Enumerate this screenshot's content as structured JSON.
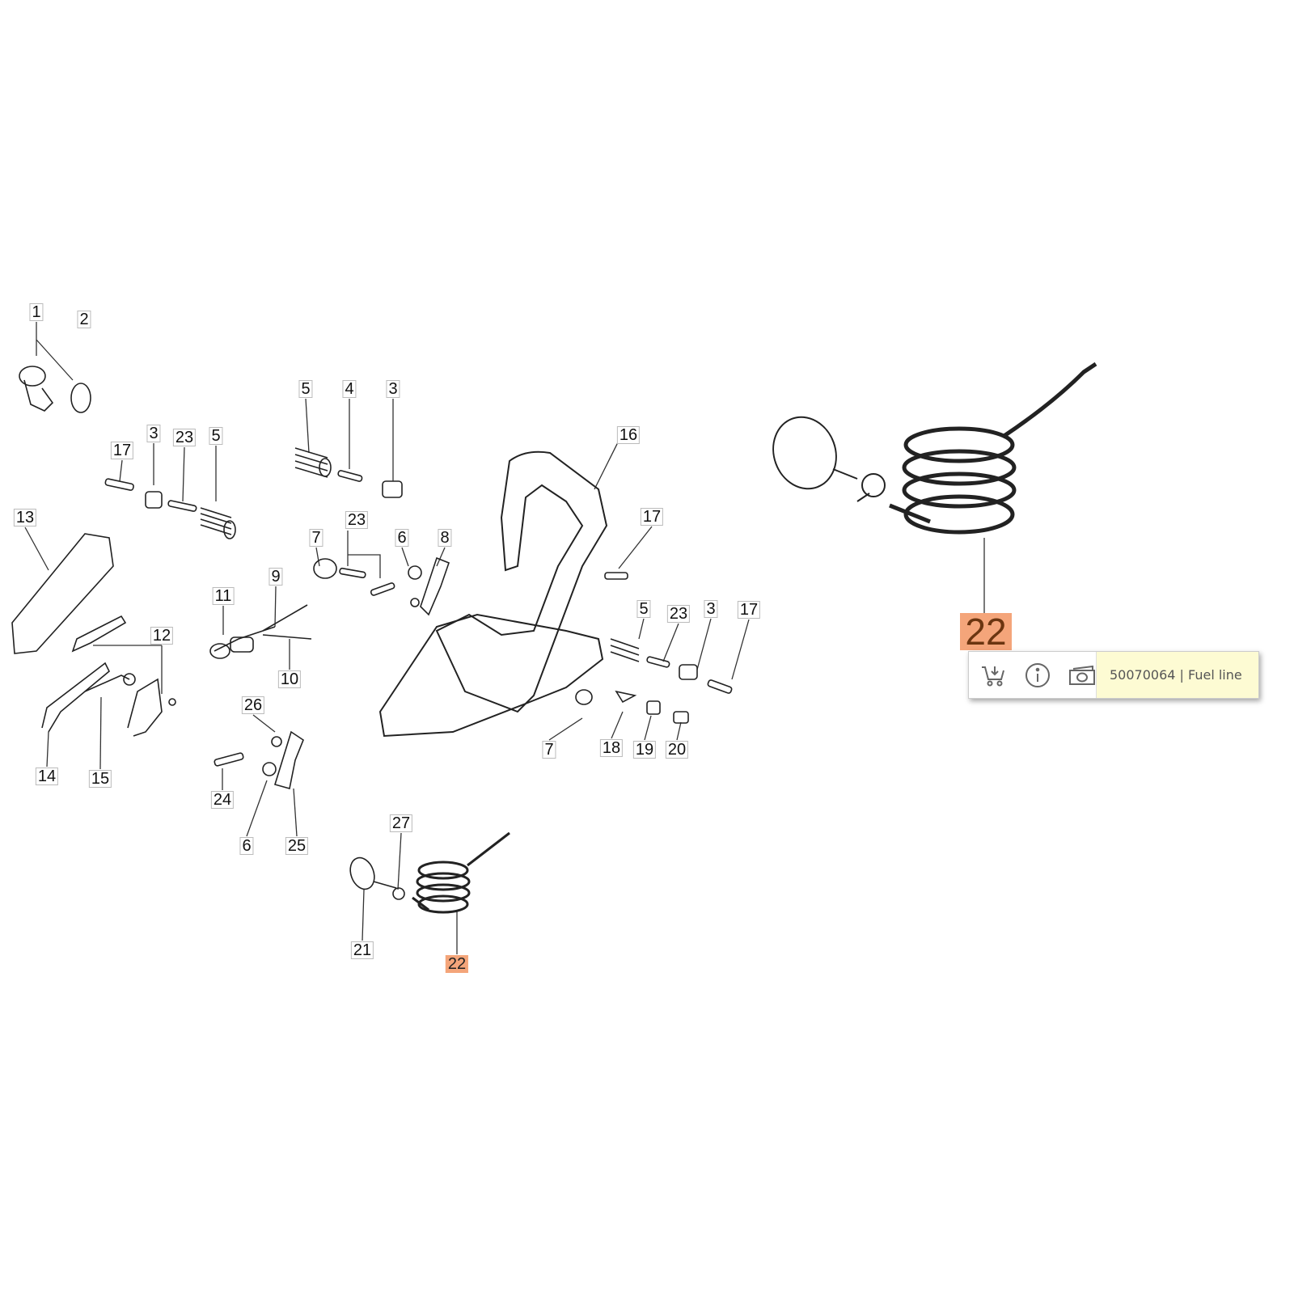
{
  "labels": [
    "1",
    "2",
    "17",
    "3",
    "23",
    "5",
    "13",
    "5",
    "4",
    "3",
    "16",
    "23",
    "6",
    "8",
    "7",
    "9",
    "11",
    "10",
    "12",
    "14",
    "15",
    "17",
    "5",
    "23",
    "3",
    "17",
    "26",
    "24",
    "6",
    "25",
    "7",
    "18",
    "19",
    "20",
    "27",
    "21",
    "22"
  ],
  "highlight": {
    "number": "22",
    "color": "#f4a57a"
  },
  "popup": {
    "part_number": "50070064",
    "separator": "|",
    "part_name": "Fuel line",
    "text": "50070064 | Fuel line",
    "icons": [
      "add-to-cart-icon",
      "info-icon",
      "price-icon"
    ]
  }
}
